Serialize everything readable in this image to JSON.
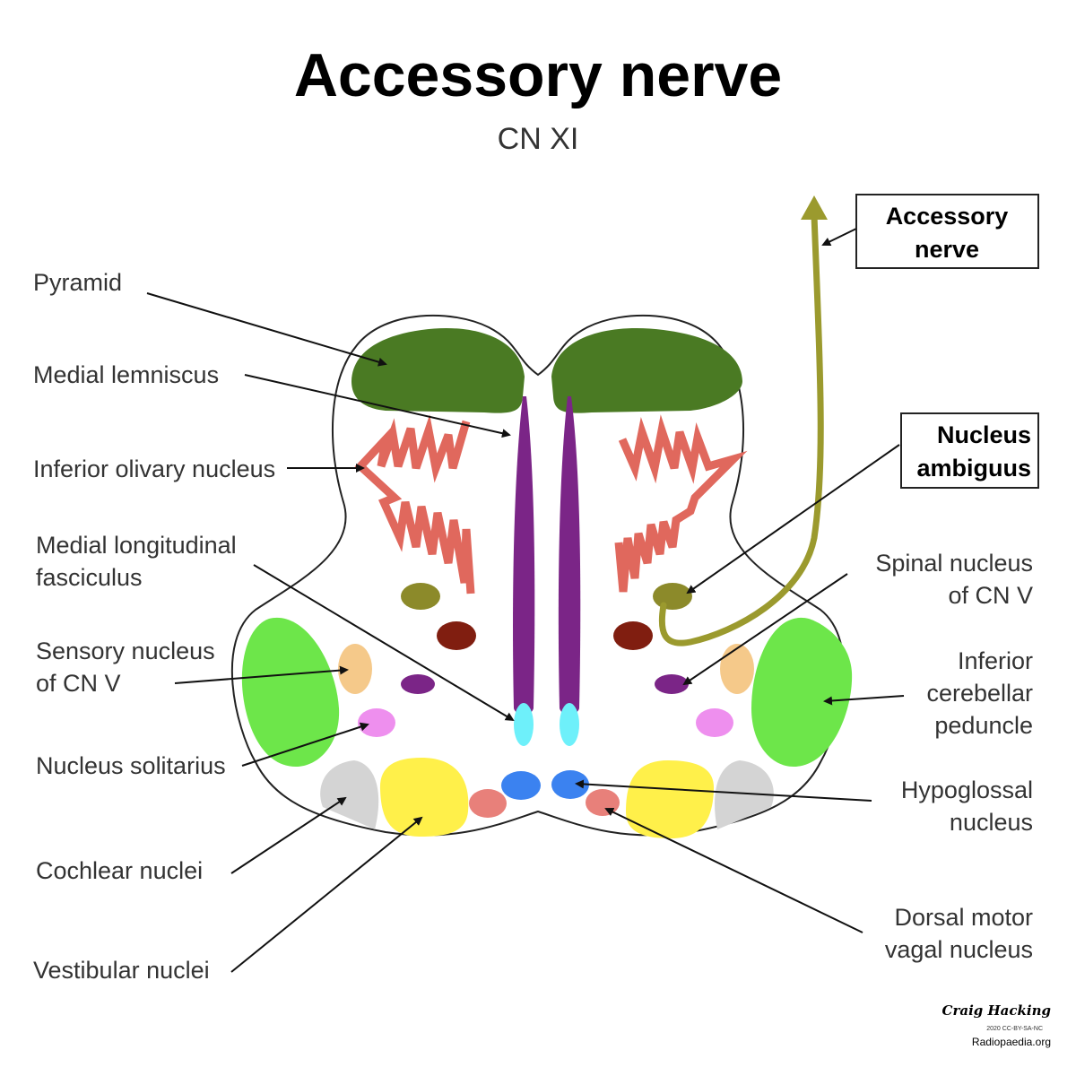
{
  "title": "Accessory nerve",
  "subtitle": "CN XI",
  "labels": {
    "pyramid": "Pyramid",
    "medial_lemniscus": "Medial lemniscus",
    "inferior_olivary_nucleus": "Inferior olivary nucleus",
    "mlf_line1": "Medial longitudinal",
    "mlf_line2": "fasciculus",
    "sensory_v_line1": "Sensory nucleus",
    "sensory_v_line2": "of CN V",
    "nucleus_solitarius": "Nucleus solitarius",
    "cochlear_nuclei": "Cochlear nuclei",
    "vestibular_nuclei": "Vestibular nuclei",
    "spinal_v_line1": "Spinal nucleus",
    "spinal_v_line2": "of CN V",
    "icp_line1": "Inferior",
    "icp_line2": "cerebellar",
    "icp_line3": "peduncle",
    "hypoglossal_line1": "Hypoglossal",
    "hypoglossal_line2": "nucleus",
    "dmv_line1": "Dorsal motor",
    "dmv_line2": "vagal nucleus"
  },
  "boxes": {
    "accessory_line1": "Accessory",
    "accessory_line2": "nerve",
    "ambiguus_line1": "Nucleus",
    "ambiguus_line2": "ambiguus"
  },
  "credit": {
    "author": "Craig Hacking",
    "license": "2020 CC-BY-SA-NC",
    "site": "Radiopaedia.org"
  },
  "colors": {
    "pyramid": "#4a7a23",
    "medial_lemniscus": "#7b2587",
    "inferior_olive": "#e0685d",
    "nucleus_ambiguus": "#8c8a2a",
    "accessory_nerve": "#9b9a2e",
    "dark_red_nucleus": "#801e10",
    "icp": "#6de64a",
    "sensory_v": "#f5c98a",
    "spinal_v": "#7b2587",
    "solitarius": "#ee8fee",
    "mlf": "#6ef0fa",
    "hypoglossal": "#3b82f0",
    "dmv": "#e8807a",
    "vestibular": "#fff04a",
    "cochlear": "#d4d4d4"
  }
}
